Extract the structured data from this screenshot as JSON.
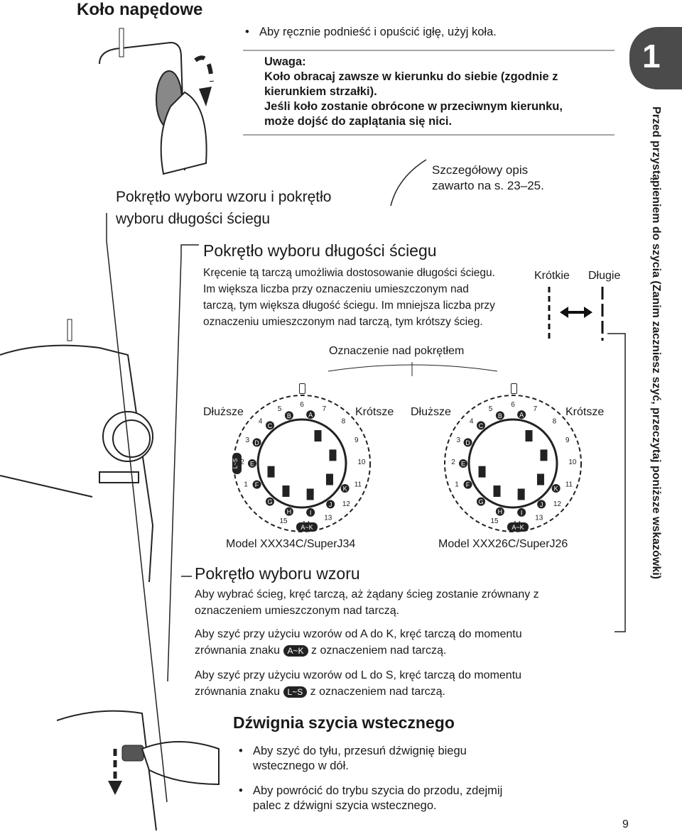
{
  "section_title": "Koło napędowe",
  "wheel_bullet": "Aby ręcznie podnieść i opuścić igłę, użyj koła.",
  "note": {
    "heading": "Uwaga:",
    "line1": "Koło obracaj zawsze w kierunku do siebie (zgodnie z",
    "line2": "kierunkiem strzałki).",
    "line3": "Jeśli koło zostanie obrócone w przeciwnym kierunku,",
    "line4": "może dojść do zaplątania się nici."
  },
  "callout": {
    "left_line1": "Pokrętło wyboru wzoru i pokrętło",
    "left_line2": "wyboru długości ściegu",
    "right_line1": "Szczegółowy opis",
    "right_line2": "zawarto na s. 23–25."
  },
  "length_dial": {
    "heading": "Pokrętło wyboru długości ściegu",
    "line1": "Kręcenie tą tarczą umożliwia dostosowanie długości ściegu.",
    "line2": "Im większa liczba przy oznaczeniu umieszczonym nad",
    "line3": "tarczą, tym większa długość ściegu. Im mniejsza liczba przy",
    "line4": "oznaczeniu umieszczonym nad tarczą, tym krótszy ścieg.",
    "short_label": "Krótkie",
    "long_label": "Długie"
  },
  "marker_label": "Oznaczenie nad pokrętłem",
  "dials": [
    {
      "longer": "Dłuższe",
      "shorter": "Krótsze",
      "model": "Model XXX34C/SuperJ34",
      "letters": [
        "A",
        "B",
        "C",
        "D",
        "E",
        "F",
        "G",
        "H",
        "I",
        "J",
        "K"
      ],
      "numbers": [
        "1",
        "2",
        "3",
        "4",
        "5",
        "6",
        "7",
        "8",
        "9",
        "10",
        "11",
        "12",
        "13",
        "14",
        "15"
      ],
      "range_chip_1": "A~K",
      "range_chip_2": "L~S"
    },
    {
      "longer": "Dłuższe",
      "shorter": "Krótsze",
      "model": "Model XXX26C/SuperJ26",
      "letters": [
        "A",
        "B",
        "C",
        "D",
        "E",
        "F",
        "G",
        "H",
        "I",
        "J",
        "K"
      ],
      "numbers": [
        "1",
        "2",
        "3",
        "4",
        "5",
        "6",
        "7",
        "8",
        "9",
        "10",
        "11",
        "12",
        "13",
        "14",
        "15"
      ],
      "range_chip_1": "A~K"
    }
  ],
  "pattern_dial": {
    "heading": "Pokrętło wyboru wzoru",
    "p1_line1": "Aby wybrać ścieg, kręć tarczą, aż żądany ścieg zostanie zrównany z",
    "p1_line2": "oznaczeniem umieszczonym nad tarczą.",
    "p2_line1": "Aby szyć przy użyciu wzorów od A do K, kręć tarczą do momentu",
    "p2_line2_pre": "zrównania znaku",
    "p2_chip": "A~K",
    "p2_line2_post": "z oznaczeniem nad tarczą.",
    "p3_line1": "Aby szyć przy użyciu wzorów od L do S, kręć tarczą do momentu",
    "p3_line2_pre": "zrównania znaku",
    "p3_chip": "L~S",
    "p3_line2_post": "z oznaczeniem nad tarczą."
  },
  "reverse": {
    "heading": "Dźwignia szycia wstecznego",
    "b1_line1": "Aby szyć do tyłu, przesuń dźwignię biegu",
    "b1_line2": "wstecznego w dół.",
    "b2_line1": "Aby powrócić do trybu szycia do przodu, zdejmij",
    "b2_line2": "palec z dźwigni szycia wstecznego."
  },
  "sidebar": {
    "chapter": "1",
    "vertical_text": "Przed przystąpieniem do szycia (Zanim zaczniesz szyć, przeczytaj poniższe wskazówki)"
  },
  "page_number": "9"
}
